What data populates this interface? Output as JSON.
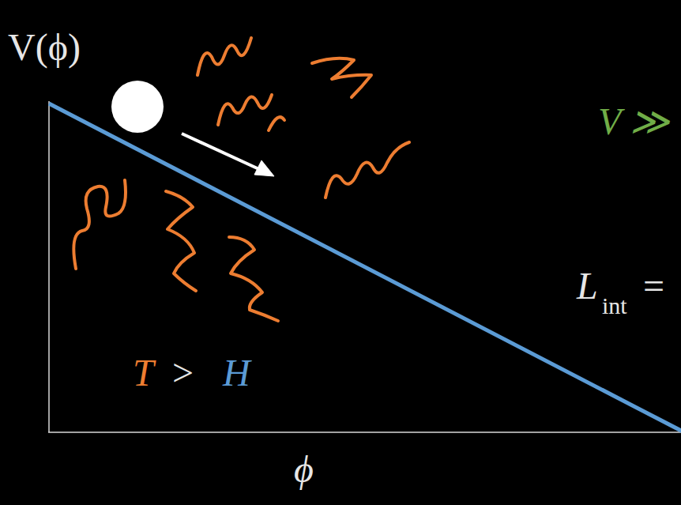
{
  "diagram": {
    "labels": [
      "V(ϕ)",
      "T",
      ">",
      "H",
      "V ≫",
      "L",
      "int",
      "=",
      "ϕ"
    ]
  }
}
